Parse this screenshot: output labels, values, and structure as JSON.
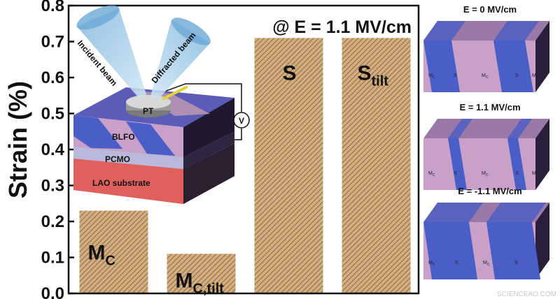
{
  "chart_data": {
    "type": "bar",
    "ylabel": "Strain (%)",
    "ylim": [
      0,
      0.8
    ],
    "yticks": [
      "0.0",
      "0.1",
      "0.2",
      "0.3",
      "0.4",
      "0.5",
      "0.6",
      "0.7",
      "0.8"
    ],
    "annotation": "@ E = 1.1 MV/cm",
    "categories": [
      {
        "main": "M",
        "sub": "C"
      },
      {
        "main": "M",
        "sub": "C,tilt"
      },
      {
        "main": "S",
        "sub": ""
      },
      {
        "main": "S",
        "sub": "tilt"
      }
    ],
    "values": [
      0.23,
      0.11,
      0.71,
      0.71
    ],
    "bar_color": "#c9a273",
    "hatch_color": "#8a6a45"
  },
  "inset": {
    "incident": "Incident beam",
    "diffracted": "Diffracted beam",
    "electrode": "PT",
    "meter": "V",
    "layers": [
      "BLFO",
      "PCMO",
      "LAO substrate"
    ]
  },
  "panels": [
    {
      "title": "E = 0 MV/cm",
      "phases": [
        "M",
        "S",
        "M",
        "S",
        "M"
      ]
    },
    {
      "title": "E = 1.1 MV/cm",
      "phases": [
        "M",
        "S",
        "M",
        "S",
        "M"
      ]
    },
    {
      "title": "E = -1.1 MV/cm",
      "phases": [
        "M",
        "S",
        "M",
        "S"
      ]
    }
  ],
  "phase_sub": "C",
  "watermark": "SCIENCEAO.COM",
  "colors": {
    "blue": "#4a5ec8",
    "pink": "#c8a0c8",
    "dark": "#2a1f3a",
    "lao": "#e0605e"
  }
}
